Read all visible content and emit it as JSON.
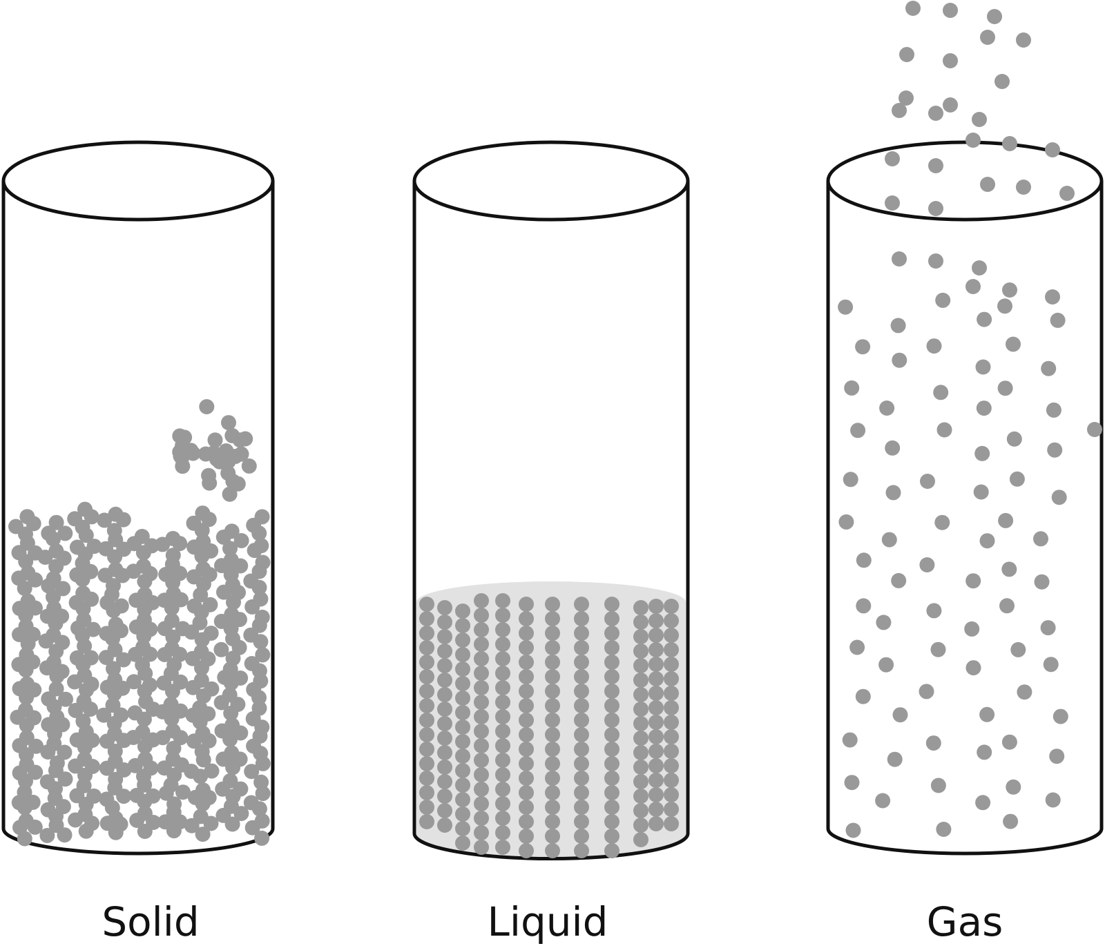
{
  "labels": {
    "solid": "Solid",
    "liquid": "Liquid",
    "gas": "Gas"
  },
  "colors": {
    "outline": "#111111",
    "particle": "#999999",
    "liquid_fill": "#e2e2e2",
    "background": "#ffffff"
  }
}
